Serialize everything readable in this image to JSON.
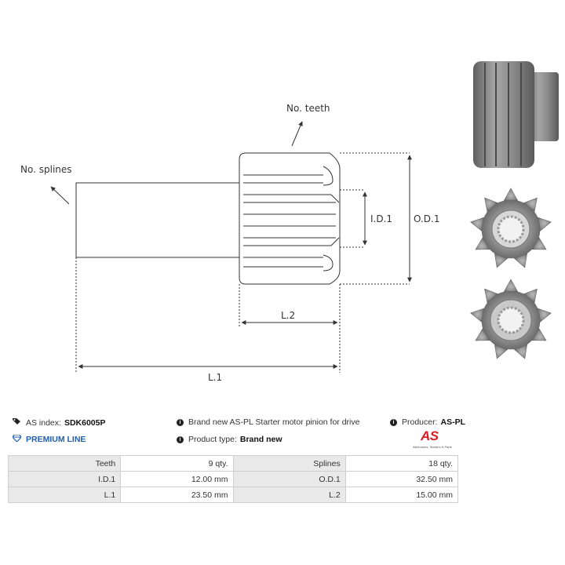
{
  "drawing": {
    "labels": {
      "teeth": "No. teeth",
      "splines": "No. splines",
      "id1": "I.D.1",
      "od1": "O.D.1",
      "l1": "L.1",
      "l2": "L.2"
    }
  },
  "info": {
    "as_index_label": "AS index:",
    "as_index_value": "SDK6005P",
    "description": "Brand new AS-PL Starter motor pinion for drive",
    "producer_label": "Producer:",
    "producer_value": "AS-PL",
    "premium": "PREMIUM LINE",
    "product_type_label": "Product type:",
    "product_type_value": "Brand new"
  },
  "logo": {
    "text": "AS",
    "sub": "Alternators, Starters & Parts"
  },
  "specs": [
    {
      "k1": "Teeth",
      "v1": "9 qty.",
      "k2": "Splines",
      "v2": "18 qty."
    },
    {
      "k1": "I.D.1",
      "v1": "12.00 mm",
      "k2": "O.D.1",
      "v2": "32.50 mm"
    },
    {
      "k1": "L.1",
      "v1": "23.50 mm",
      "k2": "L.2",
      "v2": "15.00 mm"
    }
  ],
  "colors": {
    "premium": "#1f5fb0",
    "logo_red": "#d52027",
    "metal": "#8a8a8a"
  }
}
